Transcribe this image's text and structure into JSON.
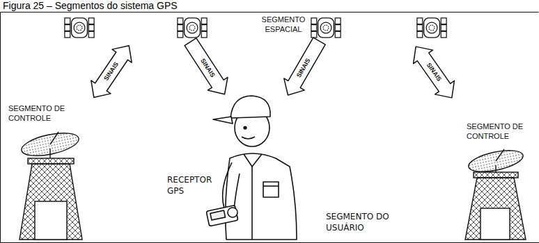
{
  "diagram": {
    "title": "Figura 25 – Segmentos do sistema GPS",
    "labels": [
      "SEGMENTO ESPACIAL",
      "SINAIS",
      "SINAIS",
      "SINAIS",
      "SINAIS",
      "SEGMENTO DE CONTROLE",
      "RECEPTOR GPS",
      "SEGMENTO DO USUÁRIO",
      "SEGMENTO DE CONTROLE"
    ]
  }
}
